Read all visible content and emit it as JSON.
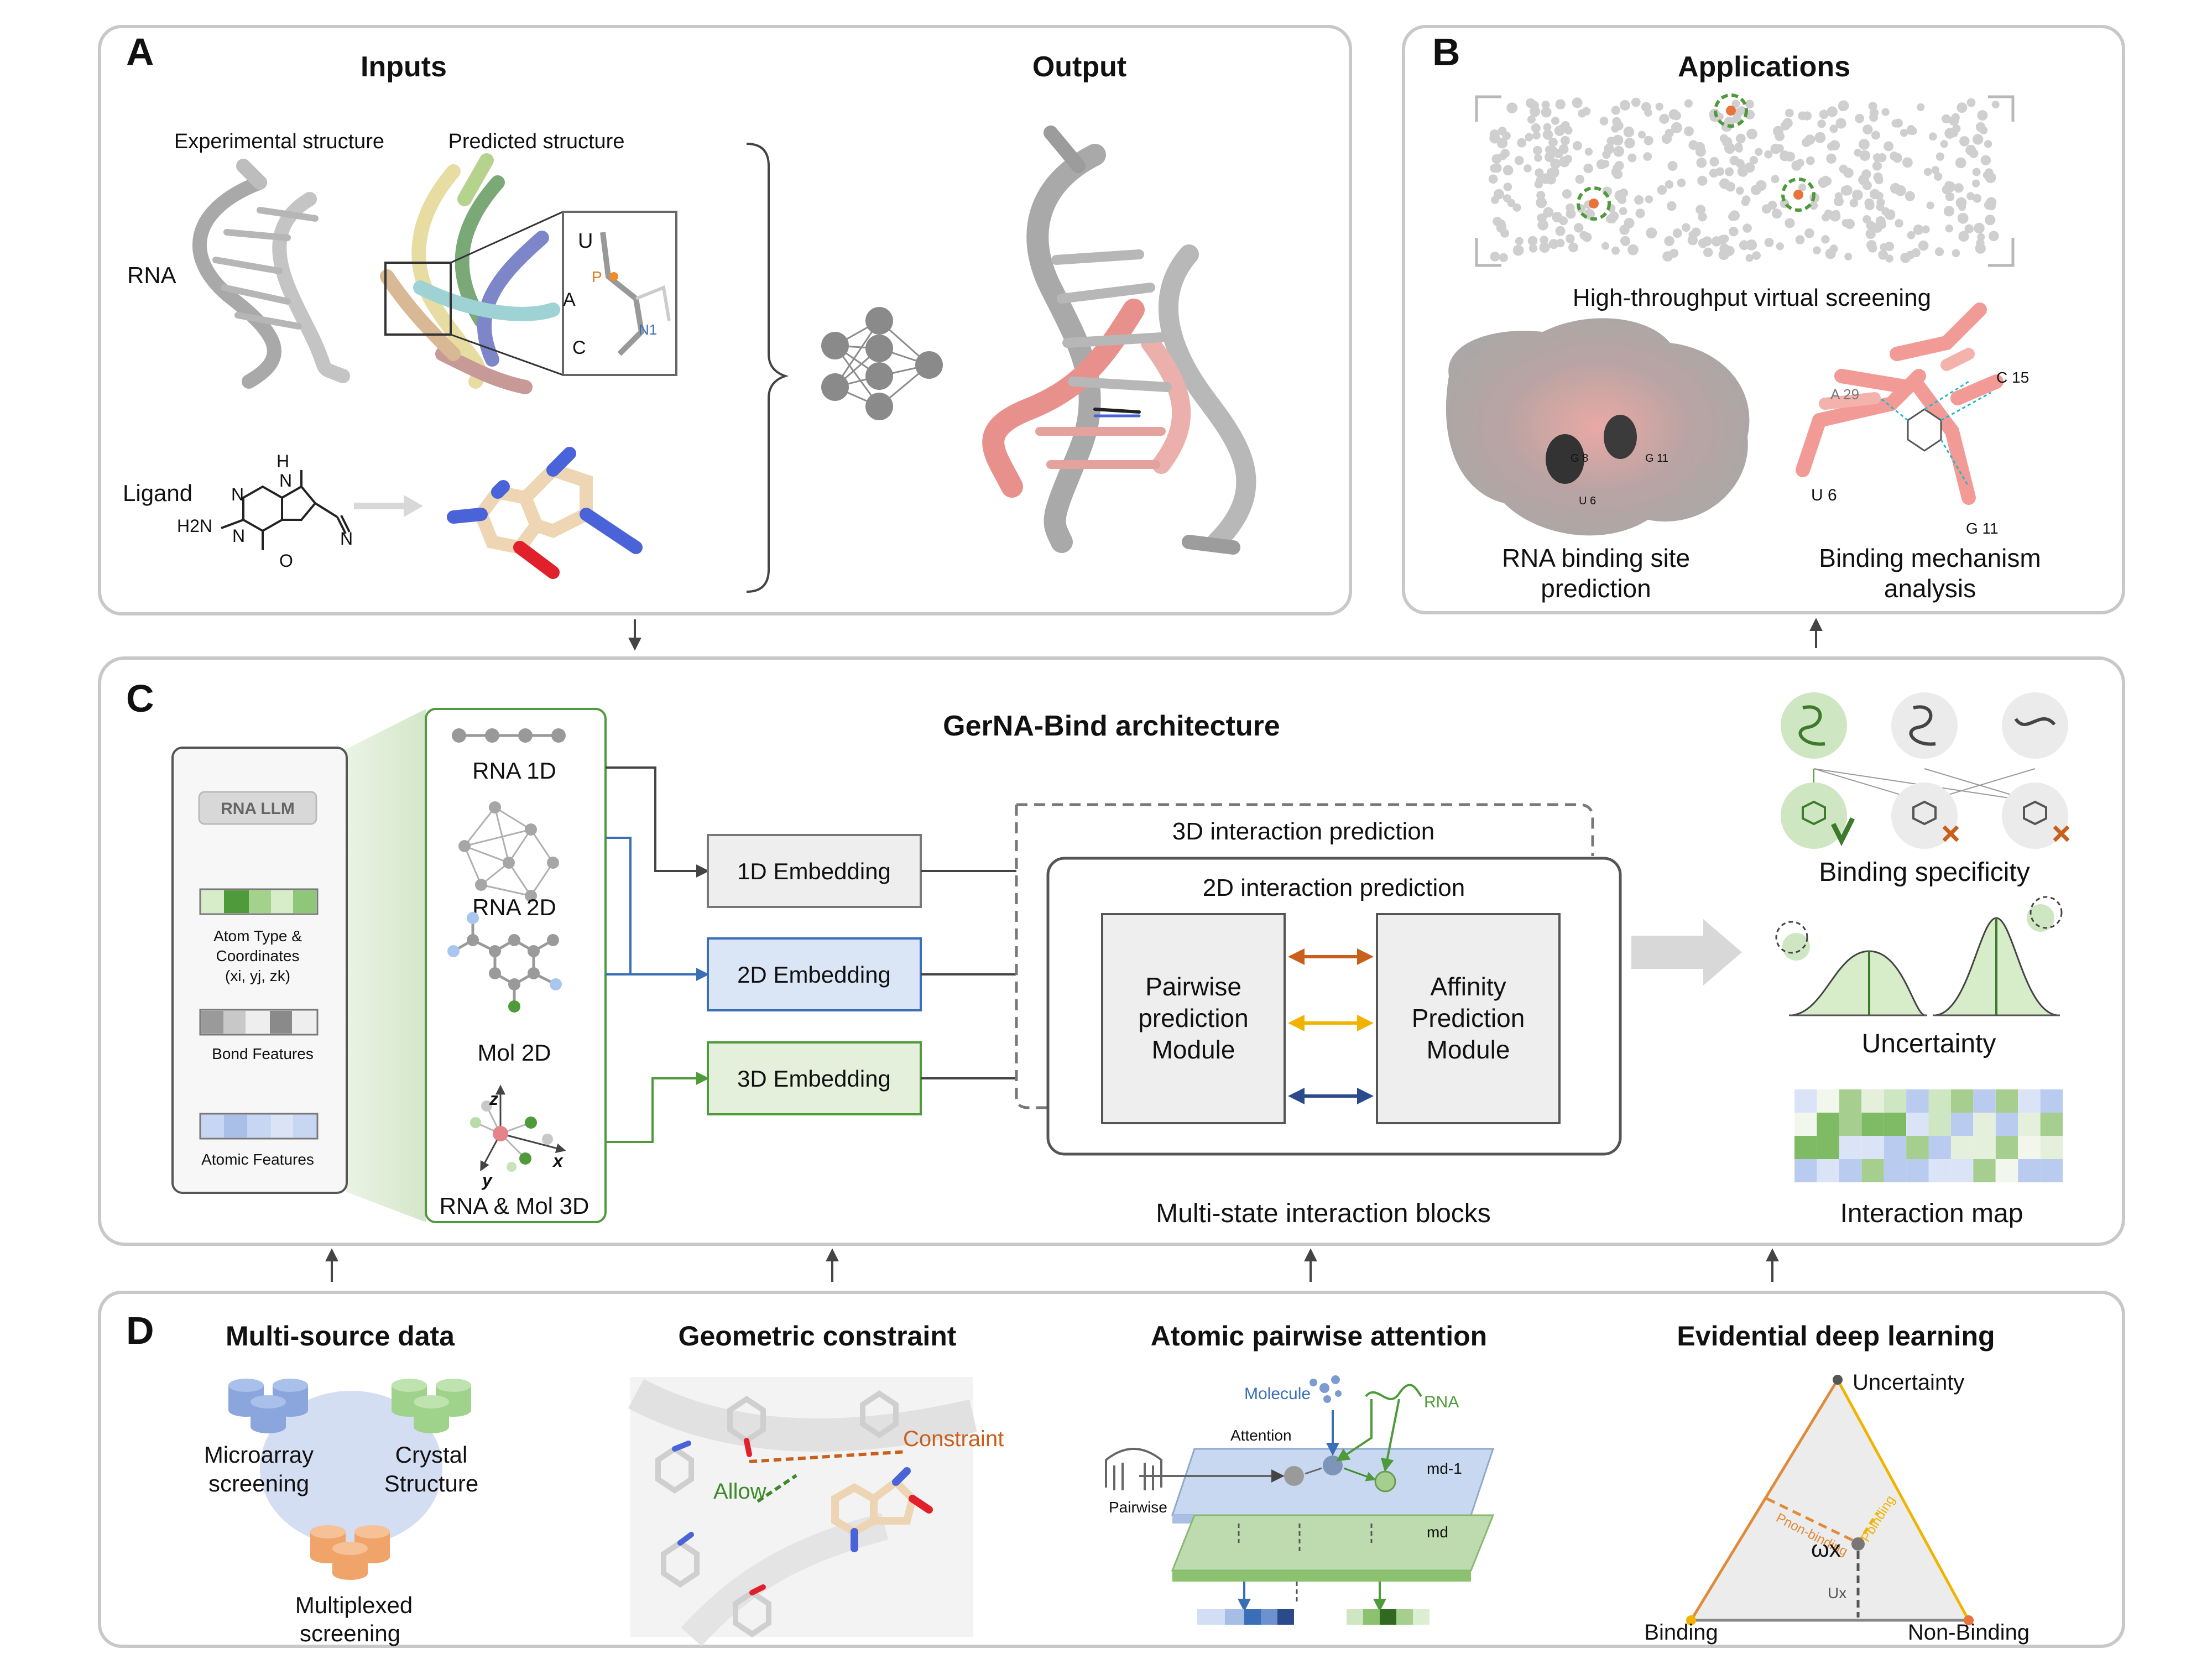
{
  "panel_a": {
    "letter": "A",
    "inputs_title": "Inputs",
    "output_title": "Output",
    "experimental_label": "Experimental structure",
    "predicted_label": "Predicted structure",
    "rna_label": "RNA",
    "ligand_label": "Ligand",
    "inset_u": "U",
    "inset_a": "A",
    "inset_c": "C",
    "inset_p": "P",
    "inset_n1": "N1",
    "ligand_h": "H",
    "ligand_n1": "N",
    "ligand_n2": "N",
    "ligand_n3": "N",
    "ligand_nh2": "H2N",
    "ligand_o": "O",
    "ligand_cn": "N"
  },
  "panel_b": {
    "letter": "B",
    "title": "Applications",
    "screening_label": "High-throughput virtual screening",
    "binding_site_label_1": "RNA binding site",
    "binding_site_label_2": "prediction",
    "mechanism_label_1": "Binding mechanism",
    "mechanism_label_2": "analysis",
    "surface_g8": "G 8",
    "surface_g11": "G 11",
    "surface_u6": "U 6",
    "mech_a29": "A 29",
    "mech_c15": "C 15",
    "mech_u6": "U 6",
    "mech_g11": "G 11"
  },
  "panel_c": {
    "letter": "C",
    "title": "GerNA-Bind architecture",
    "rna_llm": "RNA LLM",
    "atom_type_1": "Atom Type &",
    "atom_type_2": "Coordinates",
    "atom_type_3": "(xi, yj, zk)",
    "bond_features": "Bond Features",
    "atomic_features": "Atomic Features",
    "rna_1d": "RNA 1D",
    "rna_2d": "RNA 2D",
    "mol_2d": "Mol 2D",
    "rna_mol_3d": "RNA & Mol 3D",
    "axis_z": "z",
    "axis_y": "y",
    "axis_x": "x",
    "emb_1d": "1D Embedding",
    "emb_2d": "2D Embedding",
    "emb_3d": "3D Embedding",
    "pred_3d": "3D interaction prediction",
    "pred_2d": "2D interaction prediction",
    "pairwise_1": "Pairwise",
    "pairwise_2": "prediction",
    "pairwise_3": "Module",
    "affinity_1": "Affinity",
    "affinity_2": "Prediction",
    "affinity_3": "Module",
    "blocks_label": "Multi-state interaction blocks",
    "binding_specificity": "Binding specificity",
    "uncertainty": "Uncertainty",
    "interaction_map": "Interaction map"
  },
  "panel_d": {
    "letter": "D",
    "multi_source_title": "Multi-source data",
    "microarray_1": "Microarray",
    "microarray_2": "screening",
    "crystal_1": "Crystal",
    "crystal_2": "Structure",
    "multiplexed_1": "Multiplexed",
    "multiplexed_2": "screening",
    "geometric_title": "Geometric constraint",
    "constraint": "Constraint",
    "allow": "Allow",
    "attention_title": "Atomic pairwise attention",
    "molecule": "Molecule",
    "rna": "RNA",
    "attention": "Attention",
    "pairwise": "Pairwise",
    "m_prev": "md-1",
    "m_cur": "md",
    "evidential_title": "Evidential deep learning",
    "tri_uncertainty": "Uncertainty",
    "tri_binding": "Binding",
    "tri_nonbinding": "Non-Binding",
    "p_nonbinding": "Pnon-binding",
    "p_binding": "Pbinding",
    "omega": "ωx",
    "ux": "Ux"
  },
  "colors": {
    "panel_border": "#c8c8c8",
    "blue": "#3a6fb7",
    "green": "#4f9a3a",
    "orange": "#c8601c",
    "yellow": "#f0b400",
    "navy": "#2b4a8c",
    "pink": "#e8918c"
  }
}
